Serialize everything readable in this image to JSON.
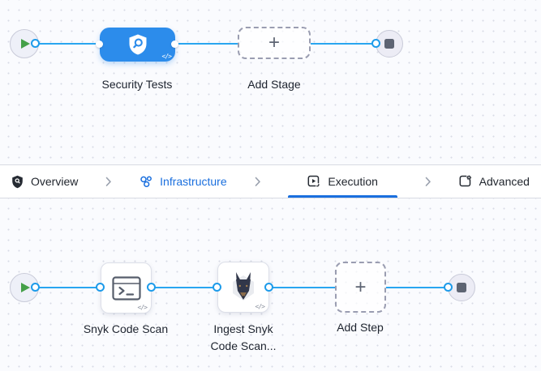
{
  "colors": {
    "stage_node_blue": "#2c8ceb",
    "connector_line_blue": "#29a6f0",
    "tab_link_blue": "#1a6fde",
    "tab_active_underline": "#1a6fde",
    "play_green": "#45a049",
    "stop_gray": "#5d6473",
    "canvas_background": "#fafbfe"
  },
  "stage_pipeline": {
    "start_icon": "play-icon",
    "end_icon": "stop-icon",
    "stage": {
      "label": "Security Tests",
      "icon": "shield-scan-icon",
      "code_glyph": "</>"
    },
    "add_stage": {
      "label": "Add Stage",
      "plus_glyph": "+"
    }
  },
  "tab_bar": {
    "separator_icon": "chevron-right-icon",
    "tabs": [
      {
        "label": "Overview",
        "icon": "shield-icon",
        "active": false
      },
      {
        "label": "Infrastructure",
        "icon": "infrastructure-icon",
        "active": false
      },
      {
        "label": "Execution",
        "icon": "execution-icon",
        "active": true
      },
      {
        "label": "Advanced",
        "icon": "advanced-icon",
        "active": false
      }
    ]
  },
  "step_pipeline": {
    "start_icon": "play-icon",
    "end_icon": "stop-icon",
    "steps": [
      {
        "label": "Snyk Code Scan",
        "icon": "terminal-icon",
        "code_glyph": "</>"
      },
      {
        "label": "Ingest Snyk Code Scan...",
        "icon": "snyk-doberman-icon",
        "code_glyph": "</>"
      }
    ],
    "add_step": {
      "label": "Add Step",
      "plus_glyph": "+"
    }
  }
}
